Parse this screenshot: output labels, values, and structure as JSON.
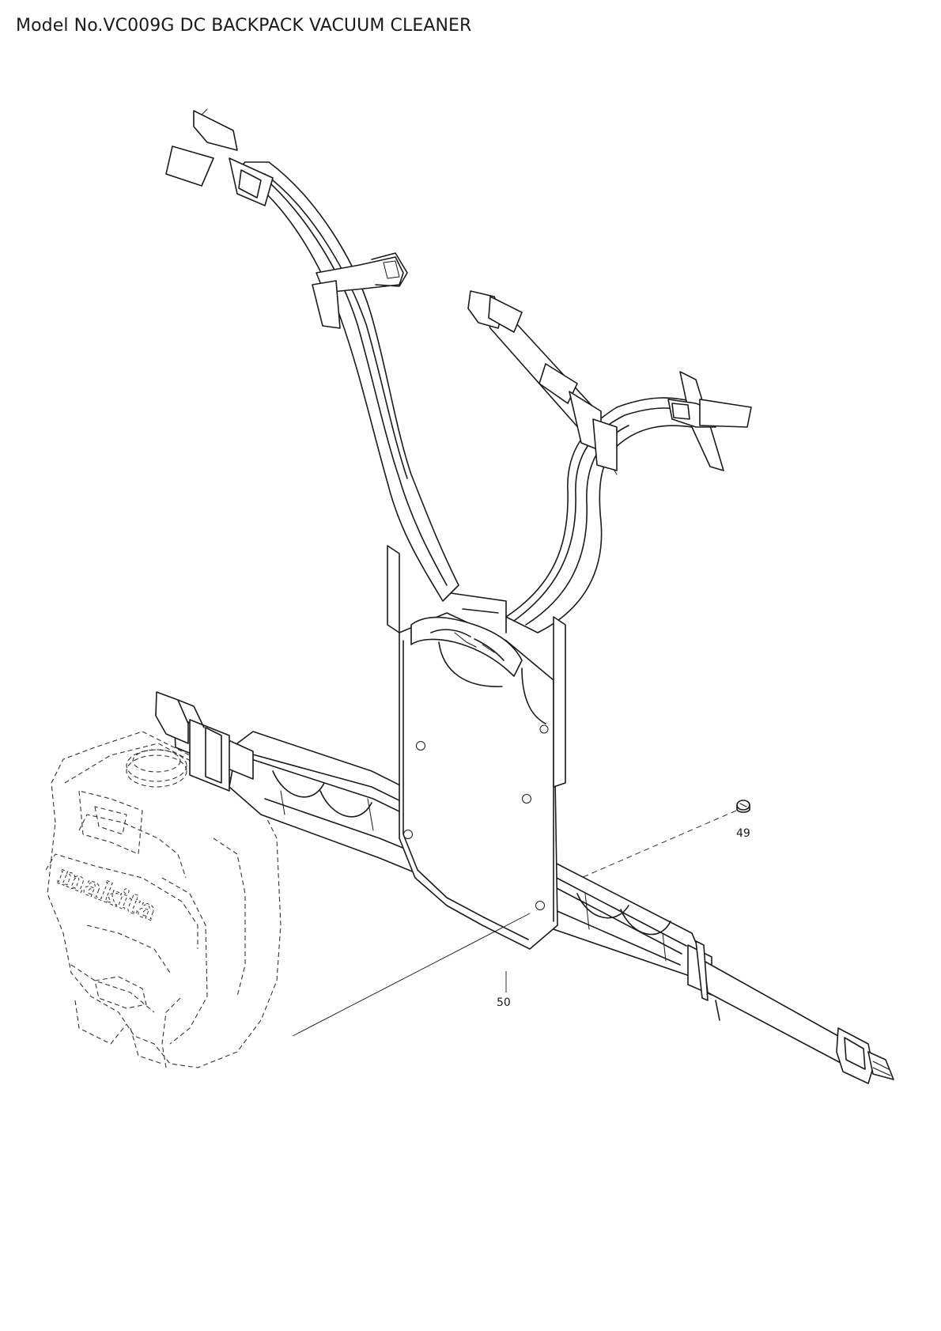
{
  "header": {
    "title": "Model No.VC009G DC BACKPACK VACUUM CLEANER"
  },
  "callouts": [
    {
      "id": "49",
      "label": "49"
    },
    {
      "id": "50",
      "label": "50"
    }
  ],
  "brand_marking": "makita"
}
